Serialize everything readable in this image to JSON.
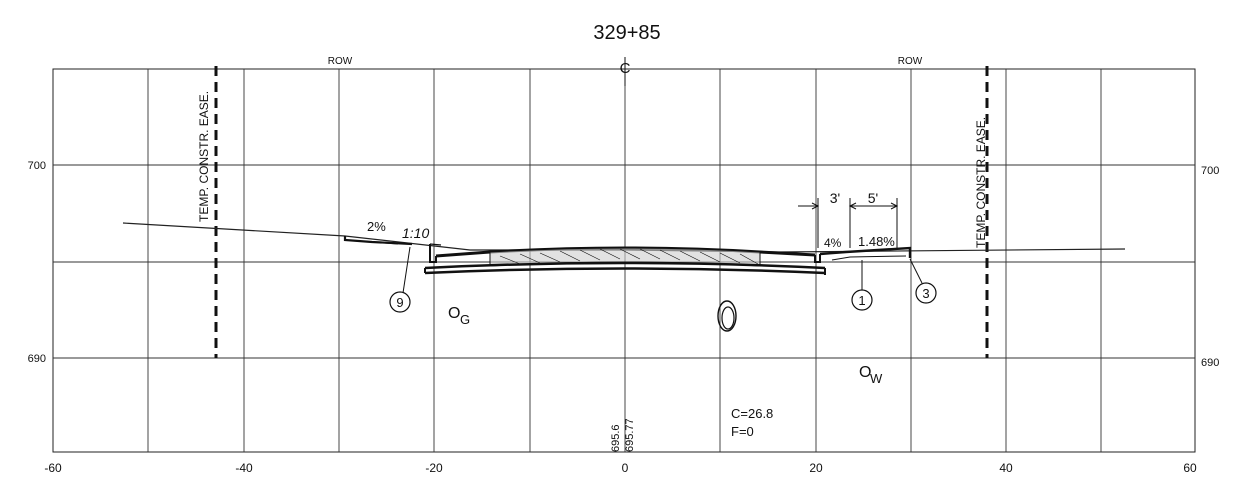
{
  "station": "329+85",
  "labels": {
    "row_left": "ROW",
    "row_right": "ROW",
    "centerline": "C",
    "temp_left": "TEMP. CONSTR. EASE.",
    "temp_right": "TEMP. CONSTR. EASE.",
    "slope_2pct": "2%",
    "slope_1_10": "1:10",
    "slope_4pct": "4%",
    "slope_148": "1.48%",
    "dim_3": "3'",
    "dim_5": "5'",
    "callout_9": "9",
    "callout_1": "1",
    "callout_3": "3",
    "og_main": "O",
    "og_sub": "G",
    "ow_main": "O",
    "ow_sub": "W",
    "elev_a": "695.6",
    "elev_b": "695.77",
    "cut": "C=26.8",
    "fill": "F=0"
  },
  "axes": {
    "x_ticks": [
      "-60",
      "-40",
      "-20",
      "0",
      "20",
      "40",
      "60"
    ],
    "y_left": [
      "700",
      "690"
    ],
    "y_right": [
      "700",
      "690"
    ]
  }
}
